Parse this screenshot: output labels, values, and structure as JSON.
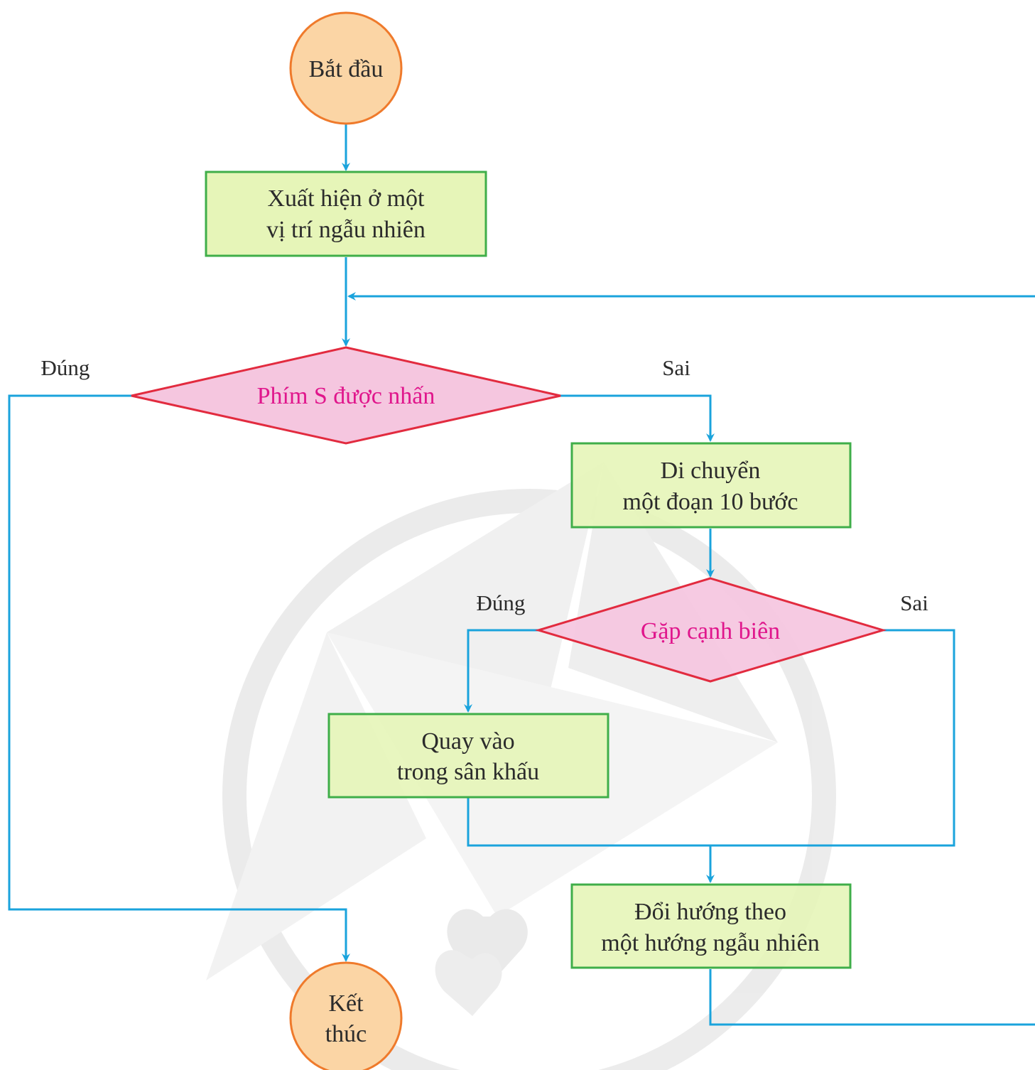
{
  "flowchart": {
    "start": {
      "label": "Bắt đầu"
    },
    "end": {
      "lines": [
        "Kết",
        "thúc"
      ]
    },
    "process_appear": {
      "lines": [
        "Xuất hiện ở một",
        "vị trí ngẫu nhiên"
      ]
    },
    "decision_key": {
      "label": "Phím S được nhấn",
      "yes_label": "Đúng",
      "no_label": "Sai"
    },
    "process_move": {
      "lines": [
        "Di chuyển",
        "một đoạn 10 bước"
      ]
    },
    "decision_edge": {
      "label": "Gặp cạnh biên",
      "yes_label": "Đúng",
      "no_label": "Sai"
    },
    "process_turn_in": {
      "lines": [
        "Quay vào",
        "trong sân khấu"
      ]
    },
    "process_random_dir": {
      "lines": [
        "Đổi hướng theo",
        "một hướng ngẫu nhiên"
      ]
    }
  },
  "colors": {
    "terminal_fill": "#fbd5a5",
    "terminal_stroke": "#ef7a2b",
    "process_fill": "#e6f5b8",
    "process_stroke": "#3fae49",
    "decision_fill": "#f5c6df",
    "decision_stroke": "#e22b3f",
    "decision_text": "#e0168c",
    "connector": "#1aa3dc",
    "watermark": "#cfcfcf"
  }
}
